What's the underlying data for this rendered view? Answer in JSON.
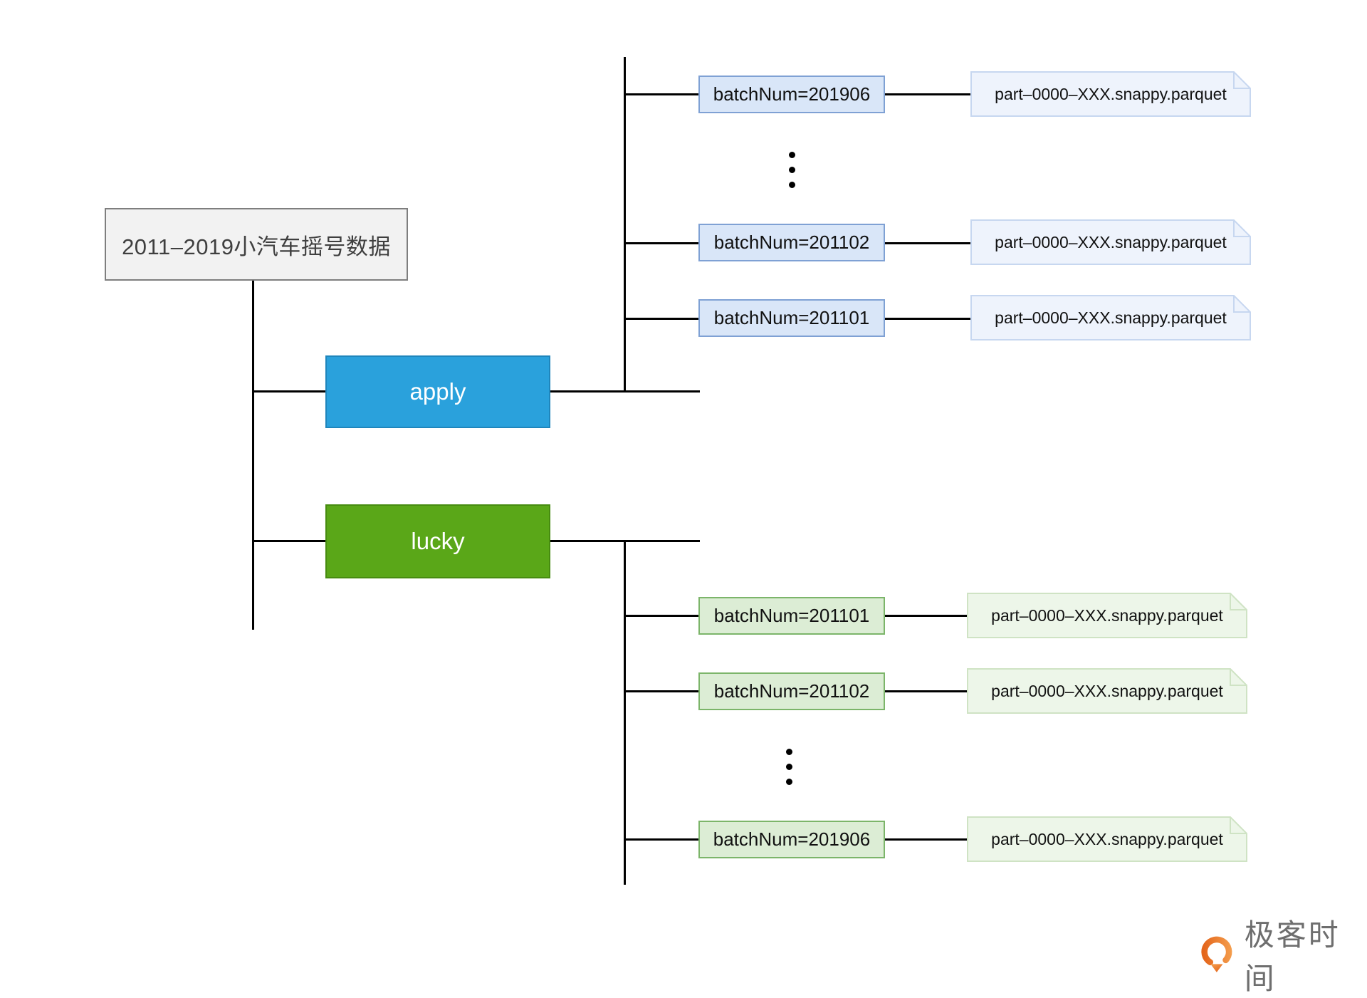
{
  "tree": {
    "root": {
      "label": "2011–2019小汽车摇号数据"
    },
    "children": [
      {
        "name": "apply",
        "label": "apply",
        "partitions": [
          {
            "label": "batchNum=201906",
            "file": "part–0000–XXX.snappy.parquet"
          },
          {
            "label": "batchNum=201102",
            "file": "part–0000–XXX.snappy.parquet"
          },
          {
            "label": "batchNum=201101",
            "file": "part–0000–XXX.snappy.parquet"
          }
        ],
        "ellipsis": "⋮",
        "ellipsis_between": [
          "batchNum=201906",
          "batchNum=201102"
        ]
      },
      {
        "name": "lucky",
        "label": "lucky",
        "partitions": [
          {
            "label": "batchNum=201101",
            "file": "part–0000–XXX.snappy.parquet"
          },
          {
            "label": "batchNum=201102",
            "file": "part–0000–XXX.snappy.parquet"
          },
          {
            "label": "batchNum=201906",
            "file": "part–0000–XXX.snappy.parquet"
          }
        ],
        "ellipsis": "⋮",
        "ellipsis_between": [
          "batchNum=201102",
          "batchNum=201906"
        ]
      }
    ]
  },
  "watermark": {
    "brand": "极客时间",
    "icon": "geektime-logo-icon"
  },
  "colors": {
    "root_fill": "#f2f2f2",
    "root_border": "#7e7e7e",
    "apply_fill": "#2aa1dc",
    "apply_border": "#1f86bc",
    "lucky_fill": "#5aa718",
    "lucky_border": "#478c10",
    "partition_blue_fill": "#d9e6f8",
    "partition_blue_border": "#7fa1d4",
    "partition_green_fill": "#dcedd5",
    "partition_green_border": "#7cb56a",
    "file_blue_fill": "#eef3fc",
    "file_blue_border": "#c7d7f0",
    "file_green_fill": "#edf6e9",
    "file_green_border": "#cfe3c4",
    "connector": "#000000",
    "logo_orange_light": "#f5a150",
    "logo_orange_dark": "#e4661c",
    "brand_text": "#6e6e6e"
  }
}
